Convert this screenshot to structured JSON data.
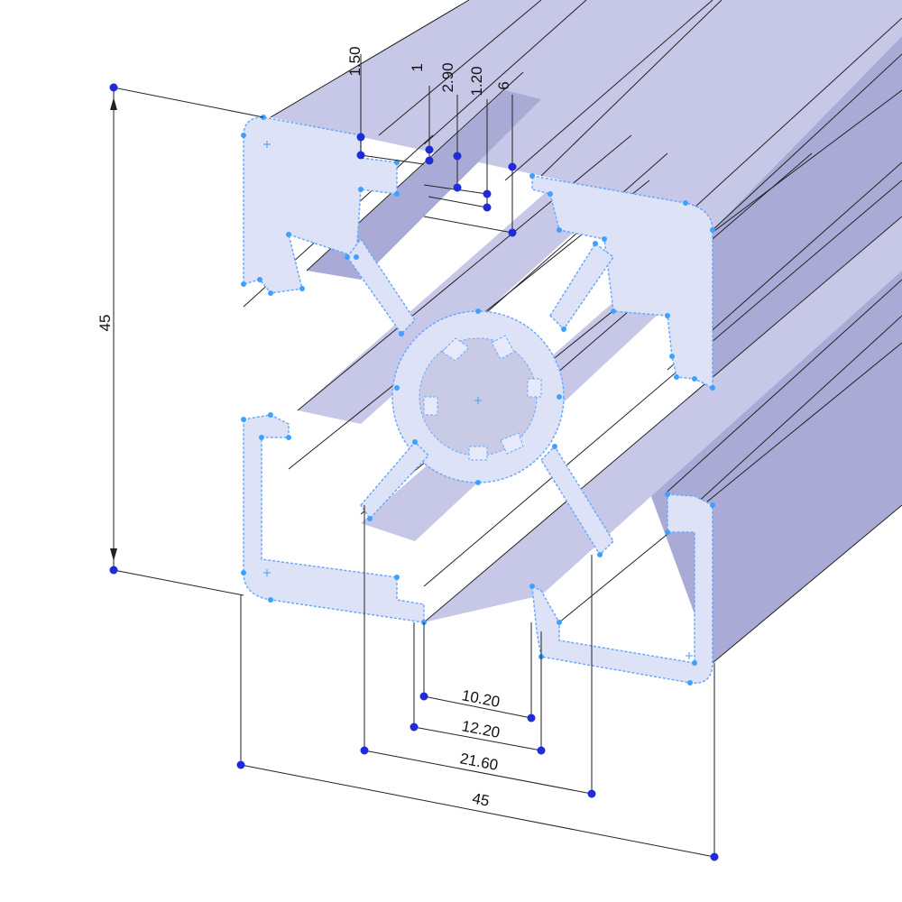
{
  "drawing": {
    "dimensions": {
      "height_overall": "45",
      "width_overall": "45",
      "slot_inner": "10.20",
      "slot_lip": "12.20",
      "slot_outer": "21.60",
      "wall_top": "1.50",
      "lip_1": "1",
      "lip_2": "2.90",
      "lip_3": "1.20",
      "lip_4": "6"
    }
  }
}
